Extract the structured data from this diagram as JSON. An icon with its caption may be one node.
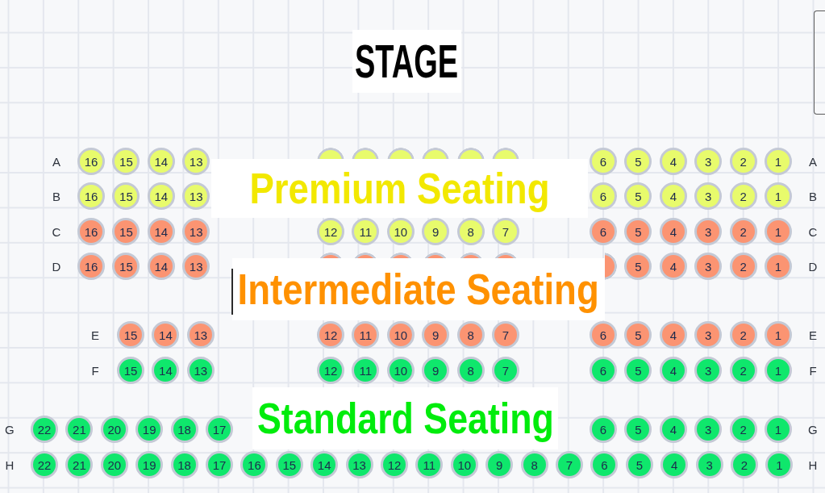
{
  "diagram": {
    "nodes": [
      {
        "text": [
          "16"
        ]
      },
      {
        "text": [
          "15"
        ]
      },
      {
        "text": [
          "14"
        ]
      },
      {
        "text": [
          "13"
        ]
      },
      {
        "text": [],
        "shape": "circle"
      },
      {
        "text": [],
        "shape": "circle"
      },
      {
        "text": [],
        "shape": "circle"
      },
      {
        "text": [],
        "shape": "circle"
      },
      {
        "text": [],
        "shape": "circle"
      },
      {
        "text": [],
        "shape": "circle"
      },
      {
        "text": [
          "6"
        ]
      },
      {
        "text": [
          "5"
        ]
      },
      {
        "text": [
          "4"
        ]
      },
      {
        "text": [
          "3"
        ]
      },
      {
        "text": [
          "2"
        ]
      },
      {
        "text": [
          "1"
        ]
      },
      {
        "text": [
          "16"
        ]
      },
      {
        "text": [
          "15"
        ]
      },
      {
        "text": [
          "14"
        ]
      },
      {
        "text": [
          "13"
        ]
      },
      {
        "text": [
          "6"
        ]
      },
      {
        "text": [
          "5"
        ]
      },
      {
        "text": [
          "4"
        ]
      },
      {
        "text": [
          "3"
        ]
      },
      {
        "text": [
          "2"
        ]
      },
      {
        "text": [
          "1"
        ]
      },
      {
        "text": [
          "16"
        ]
      },
      {
        "text": [
          "15"
        ]
      },
      {
        "text": [
          "14"
        ]
      },
      {
        "text": [
          "13"
        ]
      },
      {
        "text": [
          "12"
        ]
      },
      {
        "text": [
          "11"
        ]
      },
      {
        "text": [
          "10"
        ]
      },
      {
        "text": [
          "9"
        ]
      },
      {
        "text": [
          "8"
        ]
      },
      {
        "text": [
          "7"
        ]
      },
      {
        "text": [
          "6"
        ]
      },
      {
        "text": [
          "5"
        ]
      },
      {
        "text": [
          "4"
        ]
      },
      {
        "text": [
          "3"
        ]
      },
      {
        "text": [
          "2"
        ]
      },
      {
        "text": [
          "1"
        ]
      },
      {
        "text": [
          "16"
        ]
      },
      {
        "text": [
          "15"
        ]
      },
      {
        "text": [
          "14"
        ]
      },
      {
        "text": [
          "13"
        ]
      },
      {
        "text": [],
        "shape": "circle"
      },
      {
        "text": [],
        "shape": "circle"
      },
      {
        "text": [],
        "shape": "circle"
      },
      {
        "text": [],
        "shape": "circle"
      },
      {
        "text": [],
        "shape": "circle"
      },
      {
        "text": [],
        "shape": "circle"
      },
      {
        "text": [],
        "shape": "circle"
      },
      {
        "text": [
          "5"
        ]
      },
      {
        "text": [
          "4"
        ]
      },
      {
        "text": [
          "3"
        ]
      },
      {
        "text": [
          "2"
        ]
      },
      {
        "text": [
          "1"
        ]
      },
      {
        "text": [
          "15"
        ]
      },
      {
        "text": [
          "14"
        ]
      },
      {
        "text": [
          "13"
        ]
      },
      {
        "text": [
          "12"
        ]
      },
      {
        "text": [
          "11"
        ]
      },
      {
        "text": [
          "10"
        ]
      },
      {
        "text": [
          "9"
        ]
      },
      {
        "text": [
          "8"
        ]
      },
      {
        "text": [
          "7"
        ]
      },
      {
        "text": [
          "6"
        ]
      },
      {
        "text": [
          "5"
        ]
      },
      {
        "text": [
          "4"
        ]
      },
      {
        "text": [
          "3"
        ]
      },
      {
        "text": [
          "2"
        ]
      },
      {
        "text": [
          "1"
        ]
      },
      {
        "text": [
          "15"
        ]
      },
      {
        "text": [
          "14"
        ]
      },
      {
        "text": [
          "13"
        ]
      },
      {
        "text": [
          "12"
        ]
      },
      {
        "text": [
          "11"
        ]
      },
      {
        "text": [
          "10"
        ]
      },
      {
        "text": [
          "9"
        ]
      },
      {
        "text": [
          "8"
        ]
      },
      {
        "text": [
          "7"
        ]
      },
      {
        "text": [
          "6"
        ]
      },
      {
        "text": [
          "5"
        ]
      },
      {
        "text": [
          "4"
        ]
      },
      {
        "text": [
          "3"
        ]
      },
      {
        "text": [
          "2"
        ]
      },
      {
        "text": [
          "1"
        ]
      },
      {
        "text": [
          "22"
        ]
      },
      {
        "text": [
          "21"
        ]
      },
      {
        "text": [
          "20"
        ]
      },
      {
        "text": [
          "19"
        ]
      },
      {
        "text": [
          "18"
        ]
      },
      {
        "text": [
          "17"
        ]
      },
      {
        "text": [
          "6"
        ]
      },
      {
        "text": [
          "5"
        ]
      },
      {
        "text": [
          "4"
        ]
      },
      {
        "text": [
          "3"
        ]
      },
      {
        "text": [
          "2"
        ]
      },
      {
        "text": [
          "1"
        ]
      },
      {
        "text": [
          "22"
        ]
      },
      {
        "text": [
          "21"
        ]
      },
      {
        "text": [
          "20"
        ]
      },
      {
        "text": [
          "19"
        ]
      },
      {
        "text": [
          "18"
        ]
      },
      {
        "text": [
          "17"
        ]
      },
      {
        "text": [
          "16"
        ]
      },
      {
        "text": [
          "15"
        ]
      },
      {
        "text": [
          "14"
        ]
      },
      {
        "text": [
          "13"
        ]
      },
      {
        "text": [
          "12"
        ]
      },
      {
        "text": [
          "11"
        ]
      },
      {
        "text": [
          "10"
        ]
      },
      {
        "text": [
          "9"
        ]
      },
      {
        "text": [
          "8"
        ]
      },
      {
        "text": [
          "7"
        ]
      },
      {
        "text": [
          "6"
        ]
      },
      {
        "text": [
          "5"
        ]
      },
      {
        "text": [
          "4"
        ]
      },
      {
        "text": [
          "3"
        ]
      },
      {
        "text": [
          "2"
        ]
      },
      {
        "text": [
          "1"
        ]
      }
    ],
    "labels": [
      "STAGE",
      "A",
      "A",
      "Premium Seating",
      "B",
      "B",
      "C",
      "C",
      "D",
      "D",
      "Intermediate Seating",
      "E",
      "E",
      "F",
      "F",
      "Standard Seating",
      "G",
      "G",
      "H",
      "H"
    ]
  }
}
